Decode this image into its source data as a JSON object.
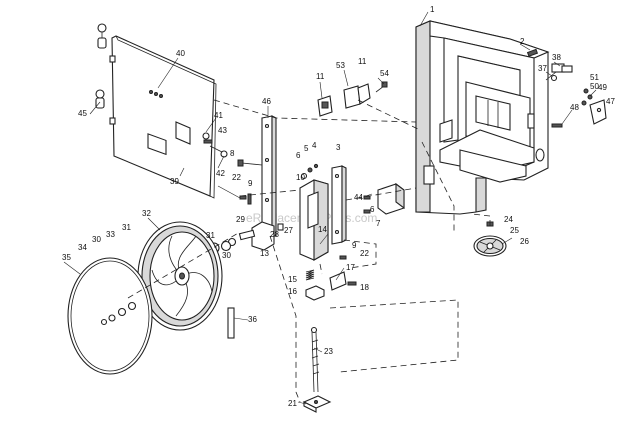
{
  "watermark": "eReplacementParts.com",
  "callouts": {
    "c1": "1",
    "c2": "2",
    "c38": "38",
    "c37": "37",
    "c51": "51",
    "c50": "50",
    "c49": "49",
    "c47": "47",
    "c48": "48",
    "c40": "40",
    "c45": "45",
    "c41": "41",
    "c43": "43",
    "c42": "42",
    "c39": "39",
    "c8": "8",
    "c46": "46",
    "c11a": "11",
    "c53": "53",
    "c11b": "11",
    "c54": "54",
    "c6a": "6",
    "c5": "5",
    "c4": "4",
    "c3": "3",
    "c10": "10",
    "c22a": "22",
    "c9a": "9",
    "c44": "44",
    "c6b": "6",
    "c7": "7",
    "c14": "14",
    "c27": "27",
    "c28": "28",
    "c29": "29",
    "c32": "32",
    "c31a": "31",
    "c30a": "30",
    "c13": "13",
    "c9b": "9",
    "c22b": "22",
    "c17": "17",
    "c15": "15",
    "c16": "16",
    "c18": "18",
    "c24": "24",
    "c25": "25",
    "c26": "26",
    "c35": "35",
    "c34": "34",
    "c30b": "30",
    "c33": "33",
    "c31b": "31",
    "c36": "36",
    "c23": "23",
    "c21": "21"
  }
}
